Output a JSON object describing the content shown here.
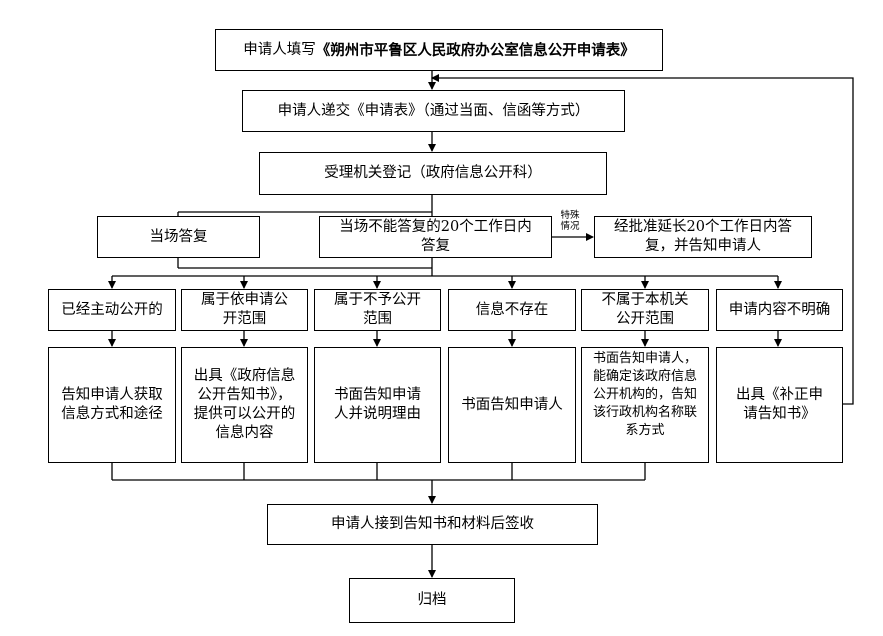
{
  "nodes": {
    "n_apply_form": {
      "prefix": "申请人填写",
      "strong": "《朔州市平鲁区人民政府办公室信息公开申请表》"
    },
    "n_submit": "申请人递交《申请表》（通过当面、信函等方式）",
    "n_register": "受理机关登记（政府信息公开科）",
    "n_reply_spot": "当场答复",
    "n_reply_20days": "当场不能答复的20个工作日内答复",
    "n_extend": "经批准延长20个工作日内答复，并告知申请人",
    "n_cat_public": "已经主动公开的",
    "n_cat_apply_scope": "属于依申请公开范围",
    "n_cat_not_public": "属于不予公开范围",
    "n_cat_not_exist": "信息不存在",
    "n_cat_not_agency": "不属于本机关公开范围",
    "n_cat_unclear": "申请内容不明确",
    "n_res_public": "告知申请人获取信息方式和途径",
    "n_res_apply_scope": "出具《政府信息公开告知书》，提供可以公开的信息内容",
    "n_res_not_public": "书面告知申请人并说明理由",
    "n_res_not_exist": "书面告知申请人",
    "n_res_not_agency": "书面告知申请人，能确定该政府信息公开机构的，告知该行政机构名称联系方式",
    "n_res_unclear": "出具《补正申请告知书》",
    "n_sign": "申请人接到告知书和材料后签收",
    "n_archive": "归档"
  },
  "edge_labels": {
    "special": "特殊情况"
  }
}
